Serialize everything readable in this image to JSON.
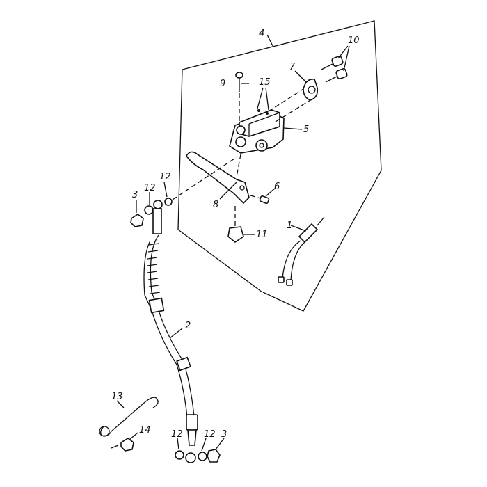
{
  "diagram": {
    "callouts": [
      {
        "id": "1",
        "text": "1"
      },
      {
        "id": "2",
        "text": "2"
      },
      {
        "id": "3a",
        "text": "3"
      },
      {
        "id": "3b",
        "text": "3"
      },
      {
        "id": "4",
        "text": "4"
      },
      {
        "id": "5",
        "text": "5"
      },
      {
        "id": "6",
        "text": "6"
      },
      {
        "id": "7",
        "text": "7"
      },
      {
        "id": "8",
        "text": "8"
      },
      {
        "id": "9",
        "text": "9"
      },
      {
        "id": "10",
        "text": "10"
      },
      {
        "id": "11",
        "text": "11"
      },
      {
        "id": "12a",
        "text": "12"
      },
      {
        "id": "12b",
        "text": "12"
      },
      {
        "id": "12c",
        "text": "12"
      },
      {
        "id": "12d",
        "text": "12"
      },
      {
        "id": "13",
        "text": "13"
      },
      {
        "id": "14",
        "text": "14"
      },
      {
        "id": "15",
        "text": "15"
      }
    ]
  }
}
